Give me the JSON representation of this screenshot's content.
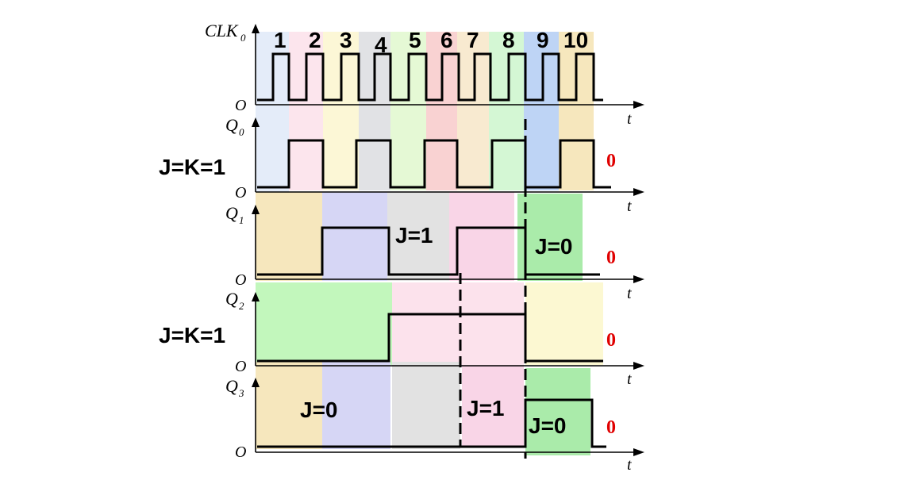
{
  "colors": {
    "wave": "#000000",
    "zero_label": "#e00000",
    "shade_blue": "#dbe6f7",
    "shade_pink": "#fbdde7",
    "shade_yellow": "#fbf5c9",
    "shade_gray": "#d7d9dd",
    "shade_green": "#c4f0bb",
    "shade_red": "#f8c3c3",
    "shade_orange": "#f6e3c1",
    "shade_lightgreen": "#c6f5c6",
    "shade_midblue": "#a9c6f2",
    "shade_gold": "#f3dfa7",
    "shade_violet": "#c9c9f2",
    "shade_graybox": "#d9d9d9",
    "shade_magenta": "#f8c8e0",
    "shade_brightgreen": "#8ee58e"
  },
  "rows": [
    {
      "signal": "CLK",
      "subscript": "0",
      "pulses": [
        "1",
        "2",
        "3",
        "4",
        "5",
        "6",
        "7",
        "8",
        "9",
        "10"
      ]
    },
    {
      "signal": "Q",
      "subscript": "0",
      "left_label": "J=K=1",
      "right_value": "0"
    },
    {
      "signal": "Q",
      "subscript": "1",
      "labels": [
        "J=1",
        "J=0"
      ],
      "right_value": "0"
    },
    {
      "signal": "Q",
      "subscript": "2",
      "left_label": "J=K=1",
      "right_value": "0"
    },
    {
      "signal": "Q",
      "subscript": "3",
      "labels": [
        "J=0",
        "J=1",
        "J=0"
      ],
      "right_value": "0"
    }
  ],
  "axis": {
    "origin": "O",
    "time": "t"
  }
}
